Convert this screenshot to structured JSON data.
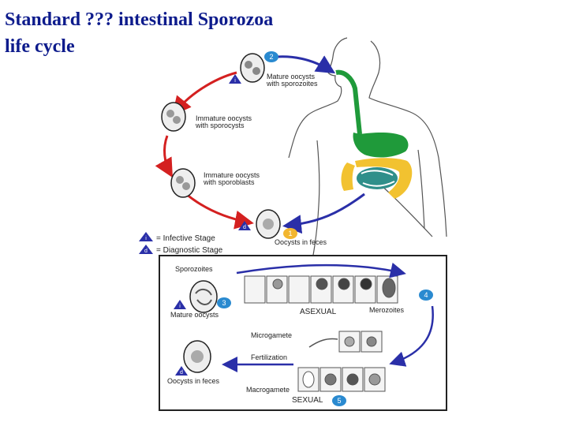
{
  "title": {
    "line1": "Standard ??? intestinal Sporozoa",
    "line2": "life cycle"
  },
  "upper_cycle": {
    "mature_oocysts": "Mature oocysts",
    "mature_oocysts_sub": "with sporozoites",
    "immature_sporocysts": "Immature oocysts",
    "immature_sporocysts_sub": "with sporocysts",
    "immature_sporoblasts": "Immature oocysts",
    "immature_sporoblasts_sub": "with sporoblasts",
    "oocysts_in_feces": "Oocysts in feces",
    "badge_mature": "i",
    "badge_feces": "d"
  },
  "legend": {
    "infective_badge": "i",
    "infective_text": "= Infective Stage",
    "diagnostic_badge": "d",
    "diagnostic_text": "= Diagnostic Stage"
  },
  "lower_cycle": {
    "sporozoites": "Sporozoites",
    "mature_oocysts": "Mature oocysts",
    "asexual": "ASEXUAL",
    "merozoites": "Merozoites",
    "microgamete": "Microgamete",
    "fertilization": "Fertilization",
    "macrogamete": "Macrogamete",
    "sexual": "SEXUAL",
    "oocysts_in_feces": "Oocysts in feces",
    "badge_mature": "i",
    "badge_feces": "d"
  },
  "step_numbers": {
    "step1": "1",
    "step2": "2",
    "step3": "3",
    "step4": "4",
    "step5": "5"
  },
  "colors": {
    "title": "#0d1b8c",
    "red_arrow": "#d42020",
    "blue_arrow": "#2a2fa8",
    "step_badge": "#2a8ad0",
    "step1_badge": "#f2b630",
    "gut_green": "#1f9a3a",
    "colon_yellow": "#f2c230",
    "small_intestine": "#2f8f8a"
  }
}
